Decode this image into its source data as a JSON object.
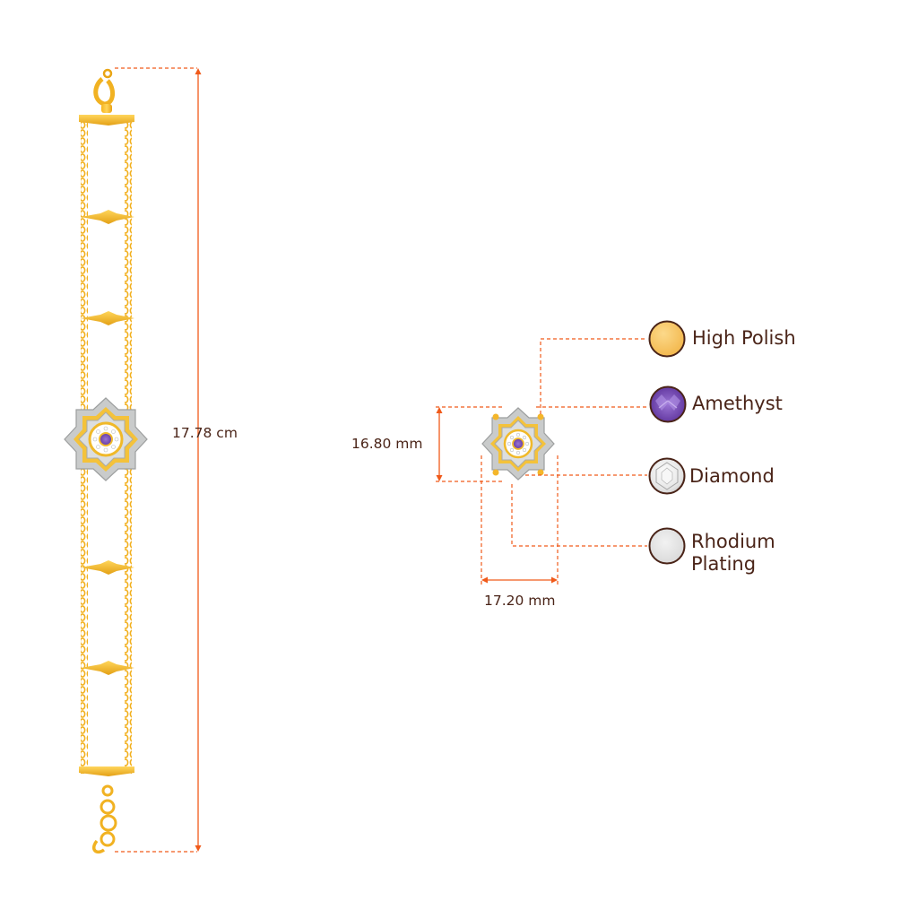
{
  "colors": {
    "dimension_line": "#f05a1a",
    "text": "#4a2418",
    "gold": "#f7bf2c",
    "gold_dark": "#d99612",
    "silver": "#c9cccc",
    "amethyst": "#6a3fa8"
  },
  "dimensions": {
    "bracelet_length": "17.78 cm",
    "pendant_height": "16.80 mm",
    "pendant_width": "17.20 mm"
  },
  "legend": {
    "items": [
      {
        "icon": "high-polish-swatch-icon",
        "label": "High Polish",
        "label_line2": "",
        "color": "#f6c758"
      },
      {
        "icon": "amethyst-swatch-icon",
        "label": "Amethyst",
        "label_line2": "",
        "color": "#6a3fa8"
      },
      {
        "icon": "diamond-swatch-icon",
        "label": "Diamond",
        "label_line2": "",
        "color": "#eeeeee"
      },
      {
        "icon": "rhodium-plating-swatch-icon",
        "label": "Rhodium",
        "label_line2": "Plating",
        "color": "#e1e1e1"
      }
    ]
  }
}
